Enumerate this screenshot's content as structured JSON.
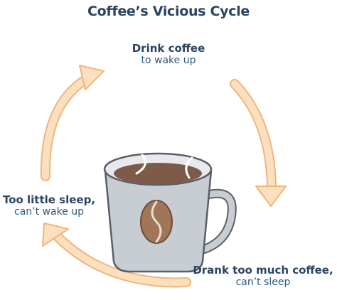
{
  "title": "Coffee’s Vicious Cycle",
  "steps": [
    {
      "bold": "Drink coffee",
      "light": "to wake up"
    },
    {
      "bold": "Drank too much coffee,",
      "light": "can’t sleep"
    },
    {
      "bold": "Too little sleep,",
      "light": "can’t wake up"
    }
  ],
  "colors": {
    "arrow_fill": "#fbe0c0",
    "arrow_stroke": "#f2b47a",
    "mug_body": "#c8ccd3",
    "mug_outline": "#5a5f66",
    "coffee": "#7e5a48",
    "bean": "#a07558",
    "heading_text": "#2b4461",
    "light_text": "#2f5a80"
  },
  "icons": [
    "coffee-mug-icon",
    "coffee-bean-icon",
    "cycle-arrow-icon"
  ]
}
